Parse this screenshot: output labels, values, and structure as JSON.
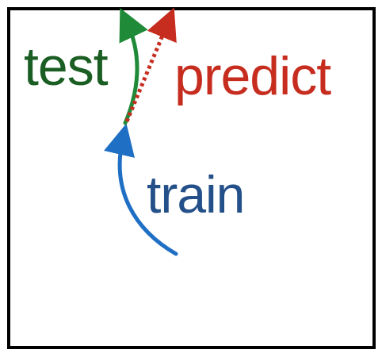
{
  "labels": {
    "test": "test",
    "predict": "predict",
    "train": "train"
  },
  "colors": {
    "frame": "#000000",
    "test": "#1f8a38",
    "predict": "#c62d1f",
    "train_arrow": "#1f6fc4",
    "train_text": "#245089",
    "test_text": "#1b5e23"
  }
}
